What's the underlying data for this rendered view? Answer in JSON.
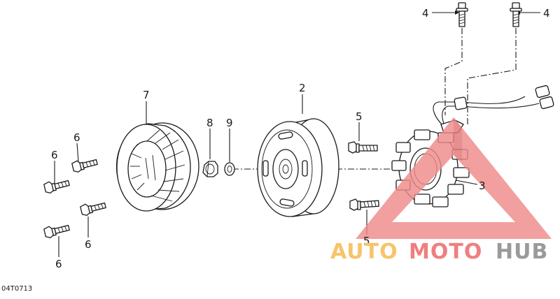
{
  "diagram": {
    "code": "04T0713",
    "callouts": {
      "c1": "4",
      "c2": "4",
      "c3": "2",
      "c4": "7",
      "c5": "8",
      "c6": "9",
      "c7": "5",
      "c8": "5",
      "c9": "3",
      "c10": "6",
      "c11": "6",
      "c12": "6",
      "c13": "6"
    }
  },
  "watermark": {
    "part1": "AUTO",
    "part2": "MOTO",
    "part3": "HUB",
    "colors": {
      "triangle": "#ef8a8a",
      "auto": "#f7c46a",
      "moto": "#ef7f7f",
      "hub": "#9a9a9a"
    }
  }
}
